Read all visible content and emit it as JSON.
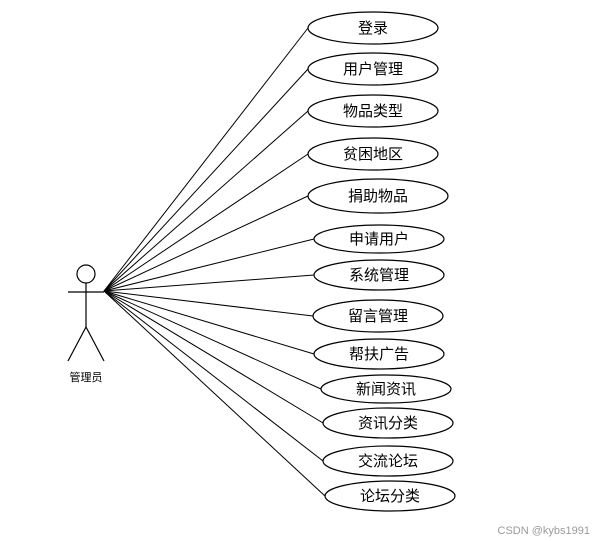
{
  "actor": {
    "name": "管理员"
  },
  "use_cases": [
    "登录",
    "用户管理",
    "物品类型",
    "贫困地区",
    "捐助物品",
    "申请用户",
    "系统管理",
    "留言管理",
    "帮扶广告",
    "新闻资讯",
    "资讯分类",
    "交流论坛",
    "论坛分类"
  ],
  "watermark": "CSDN @kybs1991",
  "colors": {
    "stroke": "#000000",
    "fill": "#ffffff",
    "watermark": "#9a9a9a"
  }
}
